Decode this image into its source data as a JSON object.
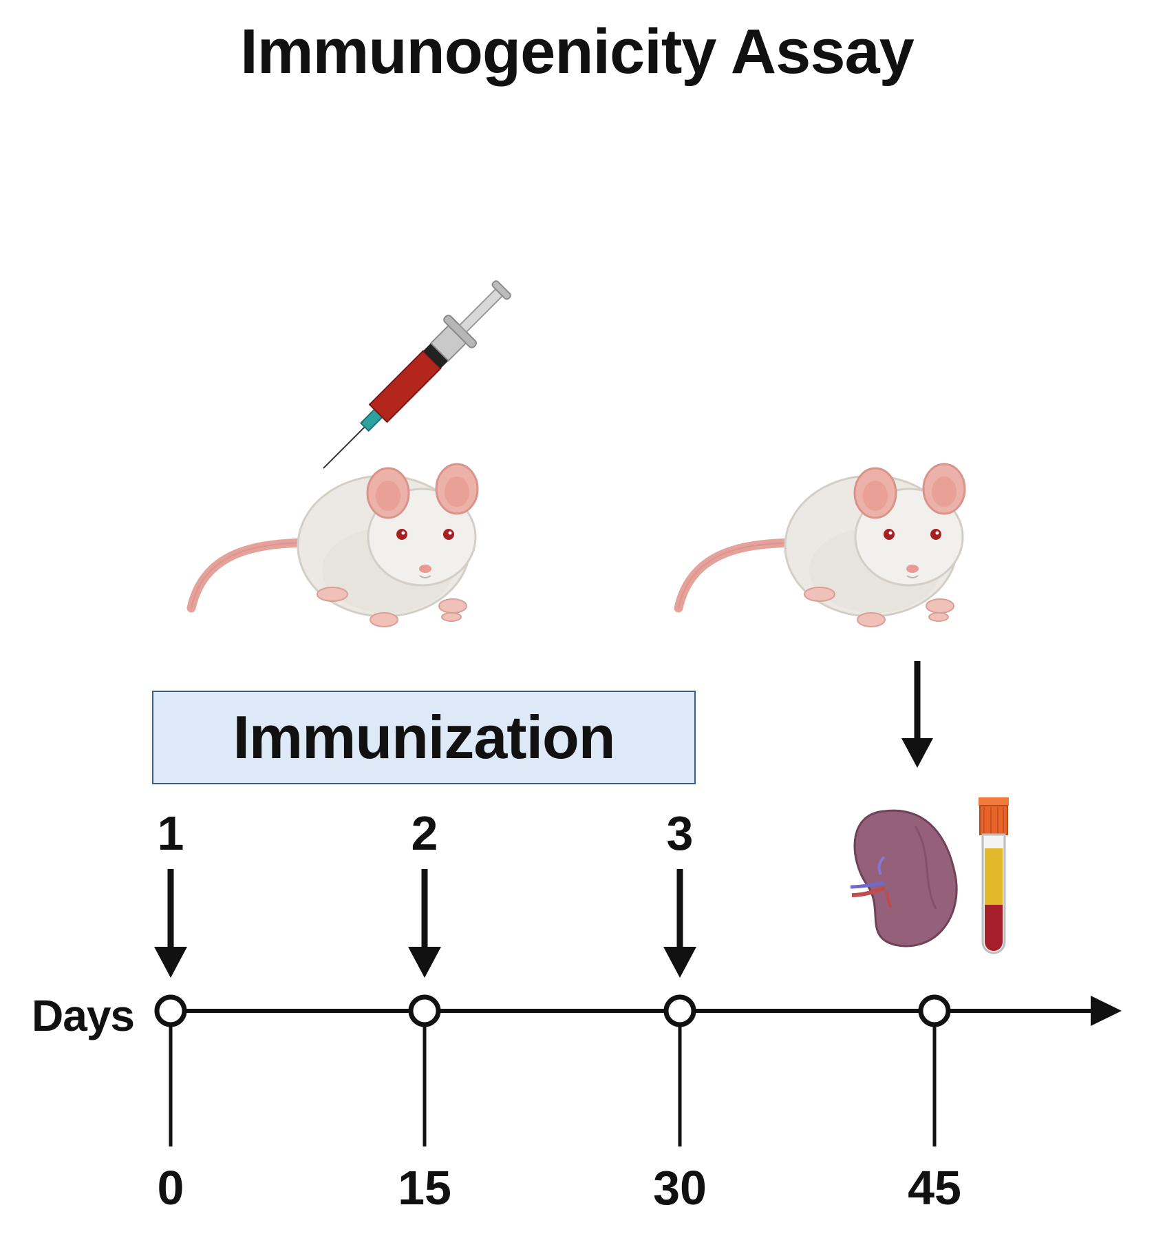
{
  "title": "Immunogenicity Assay",
  "phase": {
    "label": "Immunization"
  },
  "timeline": {
    "axis_label": "Days",
    "ticks": [
      "0",
      "15",
      "30",
      "45"
    ],
    "doses": [
      "1",
      "2",
      "3"
    ]
  },
  "icons": {
    "syringe": "syringe-icon",
    "mouse": "mouse-icon",
    "spleen": "spleen-icon",
    "blood_tube": "blood-tube-icon"
  },
  "colors": {
    "phase_fill": "#dde9f7",
    "phase_border": "#3e5c83",
    "syringe_fluid": "#b3261e",
    "spleen": "#94607a",
    "blood": "#a51f2b",
    "serum": "#e0b82a",
    "tube_cap": "#e8642a"
  }
}
